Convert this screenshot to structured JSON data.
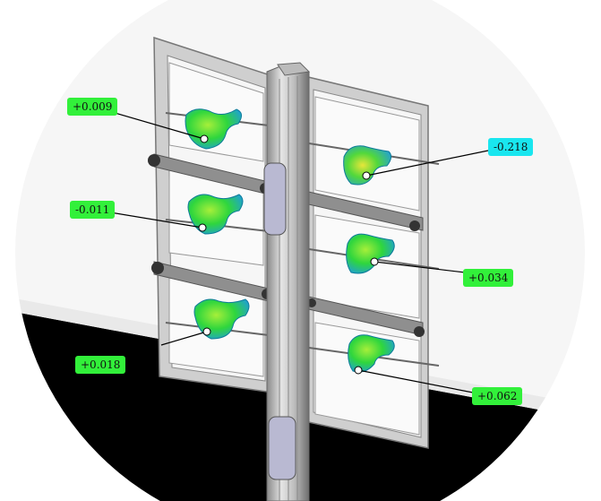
{
  "colors": {
    "circle_bg": "#f6f6f6",
    "floor": "#000000",
    "frame": "#c8c8c8",
    "frame_dark": "#7c7c7c",
    "label_green": "#32f03a",
    "label_cyan": "#19e6ef",
    "part_green": "#2fd63d",
    "part_blue": "#1e9be0"
  },
  "annotations": [
    {
      "id": "a1",
      "value": "+0.009",
      "style": "green"
    },
    {
      "id": "a2",
      "value": "-0.011",
      "style": "green"
    },
    {
      "id": "a3",
      "value": "+0.018",
      "style": "green"
    },
    {
      "id": "a4",
      "value": "-0.218",
      "style": "cyan"
    },
    {
      "id": "a5",
      "value": "+0.034",
      "style": "green"
    },
    {
      "id": "a6",
      "value": "+0.062",
      "style": "green"
    }
  ]
}
